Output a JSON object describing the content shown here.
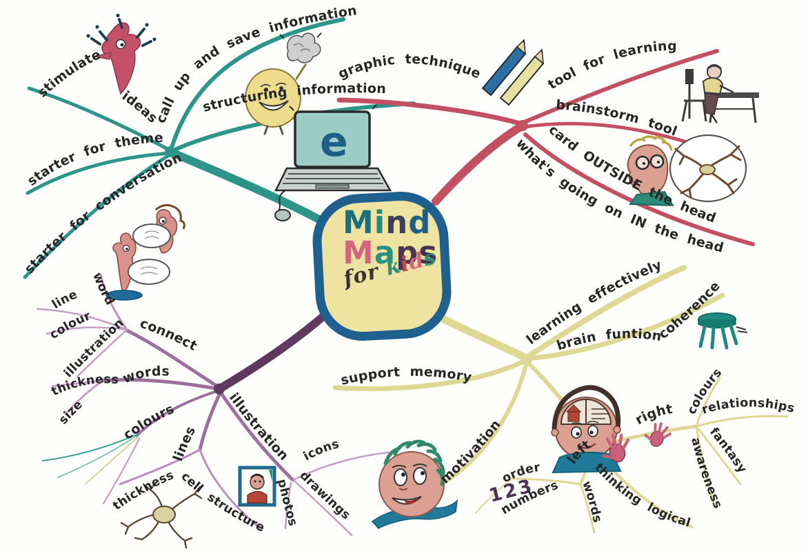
{
  "center": {
    "line1": "Mind",
    "line2": "Maps",
    "line3": "for kids",
    "line1_colors": [
      "#1d6f7d",
      "#23897b",
      "#3c3f58",
      "#1d5f86"
    ],
    "line2_colors": [
      "#d4647f",
      "#2b9080",
      "#4a3550",
      "#443049"
    ],
    "line3_colors": [
      "#3a3230",
      "#3a3230",
      "#3a3230",
      "#3a3230",
      "#2b9080",
      "#c04b50",
      "#d4647f",
      "#2b9080"
    ],
    "fill": "#efe3a2",
    "border": "#1f608e"
  },
  "branches": {
    "ideas_branch": {
      "color": "#2d948a",
      "labels": {
        "stimulate": "stimulate",
        "ideas": "ideas",
        "call_up": "call up and save information",
        "structuring": "structuring information",
        "theme": "starter for theme",
        "conversation": "starter for conversation"
      }
    },
    "technique_branch": {
      "color": "#c34f62",
      "labels": {
        "graphic": "graphic technique",
        "tool": "tool for learning",
        "brainstorm": "brainstorm tool",
        "card": "card OUTSIDE the head",
        "whats": "what's going on IN the head"
      }
    },
    "learning_branch": {
      "color": "#ddd893",
      "labels": {
        "learning": "learning effectively",
        "brain": "brain funtion",
        "coherence": "coherence",
        "support": "support memory",
        "motivation": "motivation",
        "left": "left",
        "right": "right",
        "order": "order",
        "one_two_three": "123",
        "numbers": "numbers",
        "words": "words",
        "thinking": "thinking logical",
        "colours": "colours",
        "relationships": "relationships",
        "fantasy": "fantasy",
        "awareness": "awareness"
      }
    },
    "style_branch": {
      "color": "#5f3a5e",
      "labels": {
        "connect": "connect",
        "word": "word",
        "line": "line",
        "colour": "colour",
        "illustration": "illustration",
        "words": "words",
        "thickness": "thickness",
        "size": "size",
        "colours": "colours",
        "lines": "lines",
        "thickness2": "thickness",
        "cell_structure": "cell structure",
        "illustration2": "illustration",
        "icons": "icons",
        "drawings": "drawings",
        "photos": "photos"
      }
    }
  },
  "icons": {
    "laptop_letter": "e",
    "names": [
      "exclamation-creature-icon",
      "lightbulb-brain-icon",
      "laptop-icon",
      "talking-creatures-icon",
      "pencils-icon",
      "person-at-desk-icon",
      "thinking-boy-icon",
      "thought-bubble-neuron-icon",
      "stool-icon",
      "brain-head-boy-icon",
      "green-hair-boy-icon",
      "left-hand-icon",
      "right-hand-icon",
      "neuron-cell-icon",
      "framed-photo-icon"
    ]
  }
}
